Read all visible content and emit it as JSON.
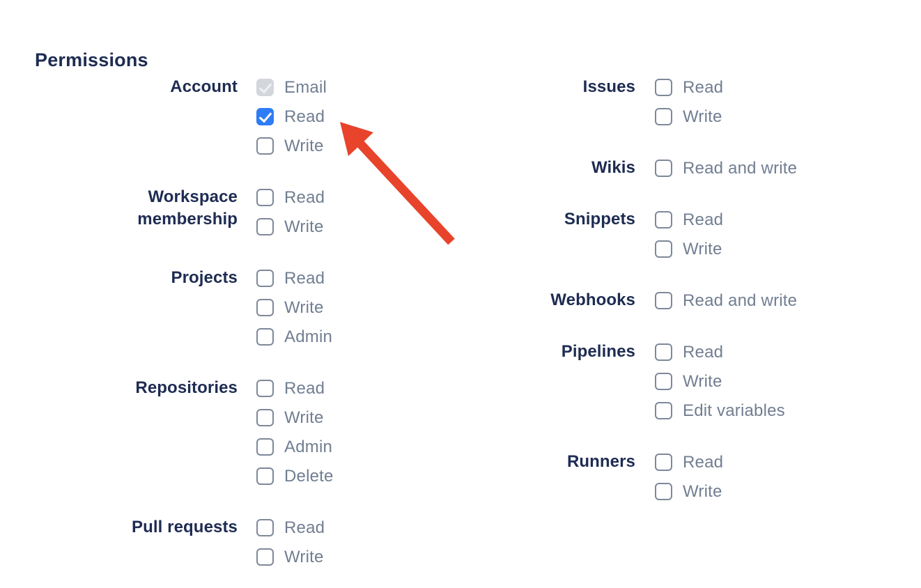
{
  "heading": "Permissions",
  "colors": {
    "group_label_navy": "#1e2c52",
    "option_label_grey": "#717e91",
    "checkbox_checked_blue": "#2e7cf6",
    "checkbox_border_grey": "#7e8899",
    "checkbox_disabled_bg": "#d3d7dc",
    "arrow_red": "#e8432b"
  },
  "permissions": {
    "left_groups": [
      {
        "label": "Account",
        "options": [
          {
            "label": "Email",
            "state": "checked-disabled"
          },
          {
            "label": "Read",
            "state": "checked"
          },
          {
            "label": "Write",
            "state": "unchecked"
          }
        ]
      },
      {
        "label": "Workspace membership",
        "options": [
          {
            "label": "Read",
            "state": "unchecked"
          },
          {
            "label": "Write",
            "state": "unchecked"
          }
        ]
      },
      {
        "label": "Projects",
        "options": [
          {
            "label": "Read",
            "state": "unchecked"
          },
          {
            "label": "Write",
            "state": "unchecked"
          },
          {
            "label": "Admin",
            "state": "unchecked"
          }
        ]
      },
      {
        "label": "Repositories",
        "options": [
          {
            "label": "Read",
            "state": "unchecked"
          },
          {
            "label": "Write",
            "state": "unchecked"
          },
          {
            "label": "Admin",
            "state": "unchecked"
          },
          {
            "label": "Delete",
            "state": "unchecked"
          }
        ]
      },
      {
        "label": "Pull requests",
        "options": [
          {
            "label": "Read",
            "state": "unchecked"
          },
          {
            "label": "Write",
            "state": "unchecked"
          }
        ]
      }
    ],
    "right_groups": [
      {
        "label": "Issues",
        "options": [
          {
            "label": "Read",
            "state": "unchecked"
          },
          {
            "label": "Write",
            "state": "unchecked"
          }
        ]
      },
      {
        "label": "Wikis",
        "options": [
          {
            "label": "Read and write",
            "state": "unchecked"
          }
        ]
      },
      {
        "label": "Snippets",
        "options": [
          {
            "label": "Read",
            "state": "unchecked"
          },
          {
            "label": "Write",
            "state": "unchecked"
          }
        ]
      },
      {
        "label": "Webhooks",
        "options": [
          {
            "label": "Read and write",
            "state": "unchecked"
          }
        ]
      },
      {
        "label": "Pipelines",
        "options": [
          {
            "label": "Read",
            "state": "unchecked"
          },
          {
            "label": "Write",
            "state": "unchecked"
          },
          {
            "label": "Edit variables",
            "state": "unchecked"
          }
        ]
      },
      {
        "label": "Runners",
        "options": [
          {
            "label": "Read",
            "state": "unchecked"
          },
          {
            "label": "Write",
            "state": "unchecked"
          }
        ]
      }
    ]
  }
}
